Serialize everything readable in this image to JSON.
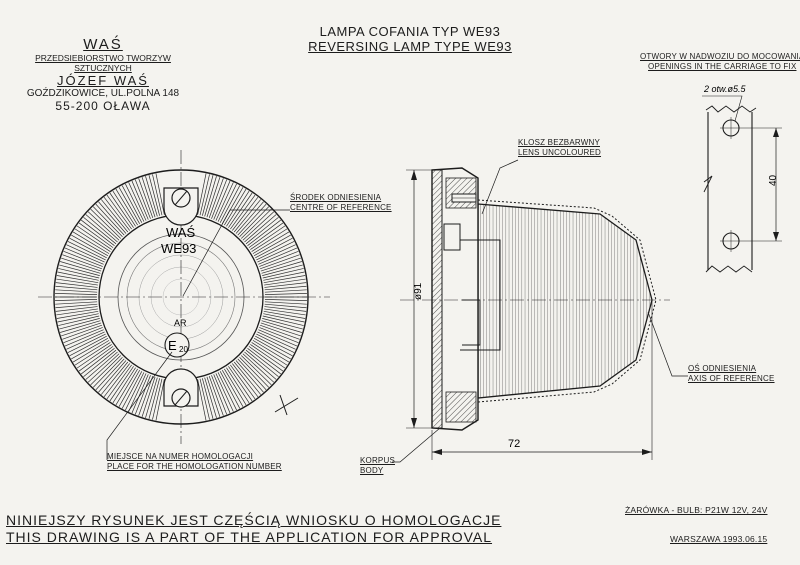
{
  "company": {
    "name": "WAŚ",
    "subtitle": "PRZEDSIEBIORSTWO TWORZYW SZTUCZNYCH",
    "owner": "JÓZEF WAŚ",
    "address": "GOŹDZIKOWICE, UL.POLNA 148",
    "city": "55-200 OŁAWA"
  },
  "title": {
    "polish": "LAMPA COFANIA TYP WE93",
    "english": "REVERSING LAMP TYPE WE93"
  },
  "mounting": {
    "label_pl": "OTWORY W NADWOZIU DO MOCOWANIA",
    "label_en": "OPENINGS IN THE CARRIAGE TO FIX",
    "holes": "2 otw.ø5.5",
    "spacing": "40"
  },
  "front_view": {
    "maker_mark": "WAŚ",
    "type_mark": "WE93",
    "ar_mark": "AR",
    "approval_mark": "E",
    "approval_number": "20"
  },
  "callouts": {
    "centre_pl": "ŚRODEK ODNIESIENIA",
    "centre_en": "CENTRE OF REFERENCE",
    "homolog_pl": "MIEJSCE NA NUMER HOMOLOGACJI",
    "homolog_en": "PLACE FOR THE HOMOLOGATION NUMBER",
    "lens_pl": "KLOSZ BEZBARWNY",
    "lens_en": "LENS UNCOLOURED",
    "axis_pl": "OŚ ODNIESIENIA",
    "axis_en": "AXIS OF REFERENCE",
    "body_pl": "KORPUS",
    "body_en": "BODY"
  },
  "dimensions": {
    "diameter": "ø91",
    "length": "72"
  },
  "bulb": "ŻARÓWKA - BULB: P21W 12V, 24V",
  "date": "WARSZAWA 1993.06.15",
  "footer": {
    "polish": "NINIEJSZY RYSUNEK JEST CZĘŚCIĄ WNIOSKU O HOMOLOGACJE",
    "english": "THIS DRAWING IS A PART OF THE APPLICATION FOR APPROVAL"
  }
}
